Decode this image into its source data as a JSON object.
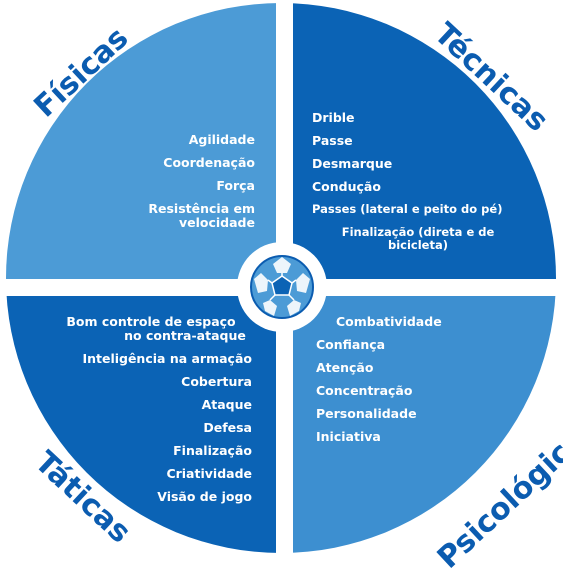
{
  "colors": {
    "light_blue": "#4c9bd6",
    "dark_blue": "#0b63b5",
    "mid_blue": "#3d8fd0",
    "title_blue": "#0b5cb0",
    "text": "#ffffff"
  },
  "center_icon": "soccer-ball-icon",
  "quadrants": {
    "fisicas": {
      "title": "Físicas",
      "items": [
        "Agilidade",
        "Coordenação",
        "Força",
        "Resistência em",
        "velocidade"
      ]
    },
    "tecnicas": {
      "title": "Técnicas",
      "items": [
        "Drible",
        "Passe",
        "Desmarque",
        "Condução",
        "Passes (lateral e peito do pé)",
        "Finalização (direta e de",
        "bicicleta)"
      ]
    },
    "taticas": {
      "title": "Táticas",
      "items": [
        "Bom controle de espaço",
        "no contra-ataque",
        "Inteligência na armação",
        "Cobertura",
        "Ataque",
        "Defesa",
        "Finalização",
        "Criatividade",
        "Visão de jogo"
      ]
    },
    "psicologicas": {
      "title": "Psicológicas",
      "items": [
        "Combatividade",
        "Confiança",
        "Atenção",
        "Concentração",
        "Personalidade",
        "Iniciativa"
      ]
    }
  }
}
